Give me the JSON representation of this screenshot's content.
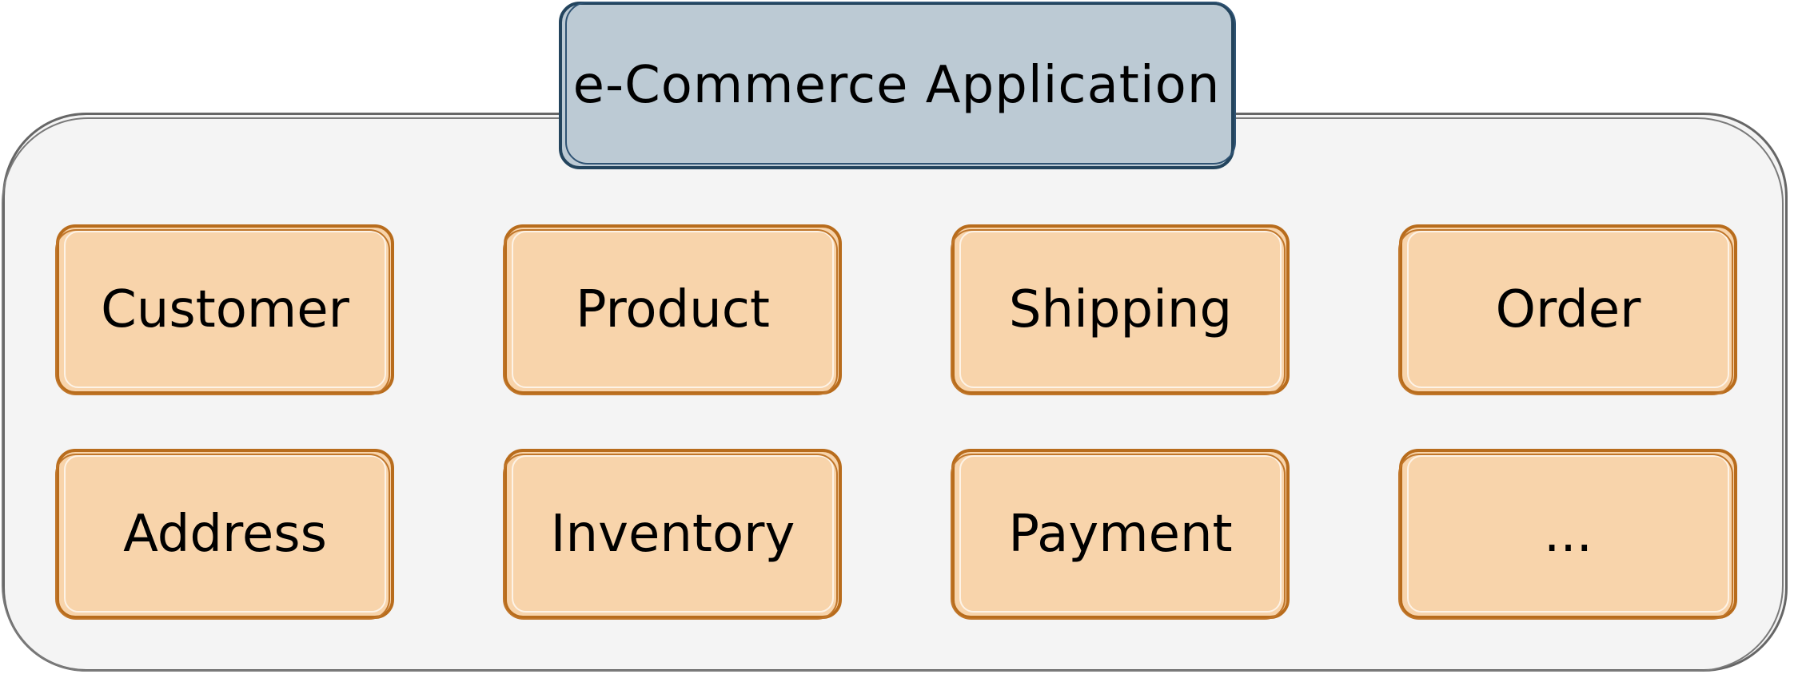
{
  "diagram": {
    "title": "e-Commerce Application",
    "modules": [
      {
        "label": "Customer"
      },
      {
        "label": "Product"
      },
      {
        "label": "Shipping"
      },
      {
        "label": "Order"
      },
      {
        "label": "Address"
      },
      {
        "label": "Inventory"
      },
      {
        "label": "Payment"
      },
      {
        "label": "..."
      }
    ]
  },
  "colors": {
    "container_fill": "#f4f4f4",
    "container_border": "#666666",
    "title_fill": "#bccad4",
    "title_border": "#23445d",
    "module_fill": "#f8d4ab",
    "module_border": "#b86c1c",
    "text": "#000000"
  }
}
